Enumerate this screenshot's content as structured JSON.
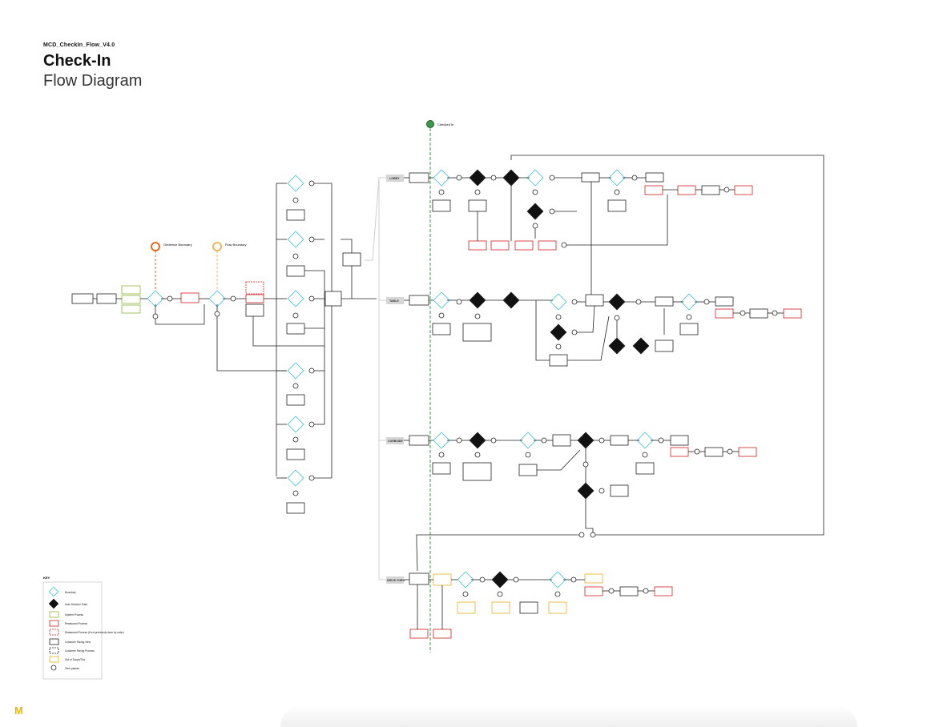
{
  "header": {
    "doc_id": "MCD_CheckIn_Flow_V4.0",
    "title": "Check-In",
    "subtitle": "Flow Diagram"
  },
  "markers": {
    "checked_in": "Checked In",
    "geofence": "Geofence Boundary",
    "flow": "Flow Boundary"
  },
  "lanes": {
    "lobby": "LOBBY",
    "table": "TABLE",
    "curbside": "CURBSIDE",
    "drive_thru": "DRIVE-THRU"
  },
  "legend": {
    "title": "KEY",
    "items": [
      {
        "label": "Boundary",
        "type": "boundary"
      },
      {
        "label": "User Decision Point",
        "type": "decision"
      },
      {
        "label": "System Process",
        "type": "system"
      },
      {
        "label": "Restaurant Process",
        "type": "restaurant"
      },
      {
        "label": "Restaurant Process (if not previously done by order)",
        "type": "restaurant-dash"
      },
      {
        "label": "Customer Facing View",
        "type": "customer"
      },
      {
        "label": "Customer Facing Process",
        "type": "customer-process"
      },
      {
        "label": "Out of Scope/Tbd",
        "type": "tbd"
      },
      {
        "label": "Time passes",
        "type": "time"
      }
    ]
  },
  "colors": {
    "boundary": "#3bbfd6",
    "decision": "#111111",
    "system": "#8db43a",
    "restaurant": "#d01e1e",
    "tbd": "#e8b020",
    "geofence": "#e06d1f",
    "flow_marker": "#f2b45c",
    "checkin_marker": "#3a9a4a",
    "lane": "#d6d6d6"
  },
  "logo": "M"
}
